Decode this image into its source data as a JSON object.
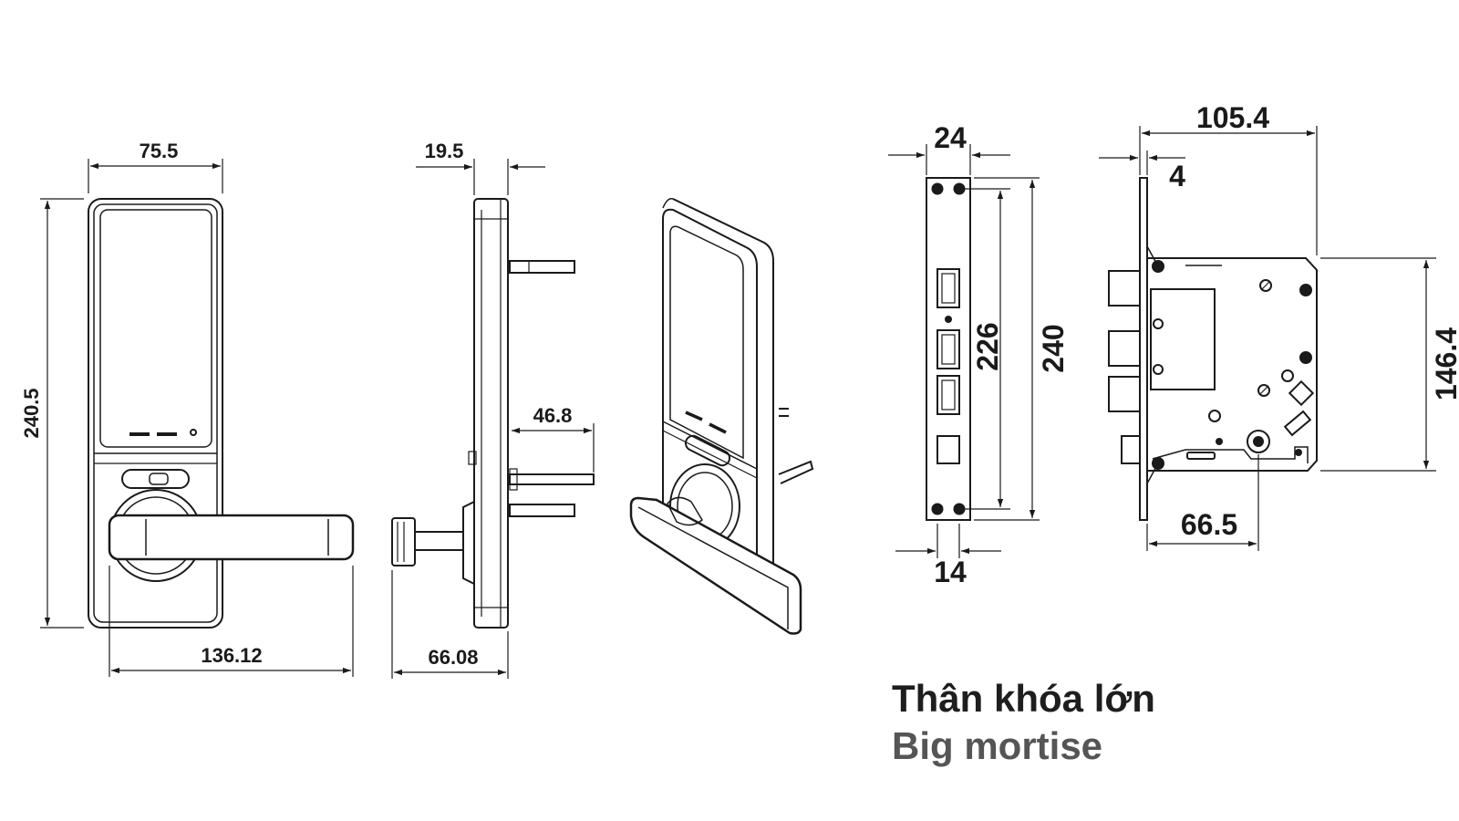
{
  "dimensions": {
    "front_width": "75.5",
    "front_height": "240.5",
    "handle_length": "136.12",
    "side_thickness": "19.5",
    "spindle_length": "46.8",
    "side_projection": "66.08",
    "faceplate_width": "24",
    "faceplate_inner": "14",
    "faceplate_hole_span": "226",
    "faceplate_height": "240",
    "mortise_depth": "105.4",
    "faceplate_thickness": "4",
    "mortise_height": "146.4",
    "backset": "66.5"
  },
  "caption": {
    "vietnamese": "Thân khóa lớn",
    "english": "Big mortise"
  },
  "colors": {
    "line": "#1a1a1a",
    "caption_primary": "#1e1e1e",
    "caption_secondary": "#555555"
  }
}
